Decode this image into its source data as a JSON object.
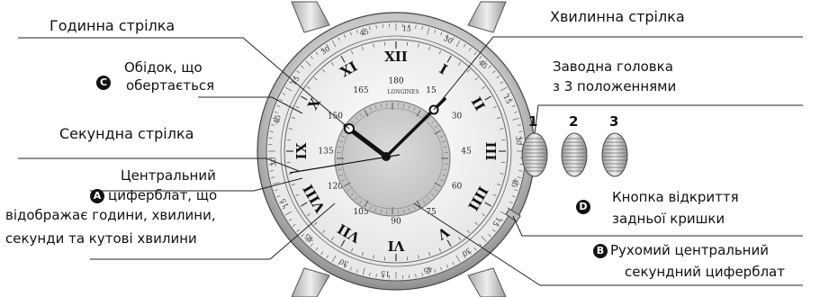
{
  "labels": {
    "hour_hand": "Годинна стрілка",
    "minute_hand": "Хвилинна стрілка",
    "bezel_line1": "Обідок, що",
    "bezel_line2": "обертається",
    "bezel_badge": "C",
    "crown_line1": "Заводна головка",
    "crown_line2": "з 3 положеннями",
    "seconds_hand": "Секундна стрілка",
    "central_line1": "Центральний",
    "central_line2": "циферблат, що",
    "central_line3": "відображає години, хвилини,",
    "central_line4": "секунди та кутові хвилини",
    "central_badge": "A",
    "caseback_line1": "Кнопка відкриття",
    "caseback_line2": "задньої кришки",
    "caseback_badge": "D",
    "subdial_line1": "Рухомий центральний",
    "subdial_line2": "секундний циферблат",
    "subdial_badge": "B"
  },
  "crown_positions": [
    "1",
    "2",
    "3"
  ],
  "dial": {
    "brand": "LONGINES",
    "roman_numerals": [
      "XII",
      "I",
      "II",
      "III",
      "IIII",
      "V",
      "VI",
      "VII",
      "VIII",
      "IX",
      "X",
      "XI"
    ],
    "degree_marks": [
      "180",
      "15",
      "30",
      "45",
      "60",
      "75",
      "90",
      "105",
      "120",
      "135",
      "150",
      "165"
    ],
    "bezel_numbers": [
      "15",
      "30",
      "45",
      "15",
      "30",
      "45",
      "15",
      "30",
      "45",
      "15",
      "30",
      "45",
      "15",
      "30",
      "45",
      "15",
      "30",
      "45"
    ]
  },
  "colors": {
    "text": "#111111",
    "case": "#c8c8c8",
    "dial": "#f2f2f2",
    "subdial": "#cfcfcf"
  }
}
